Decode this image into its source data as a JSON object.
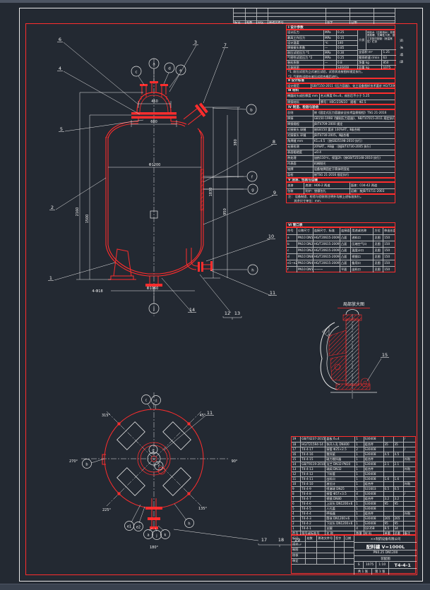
{
  "colors": {
    "bg": "#232932",
    "red": "#ff2d2d",
    "white": "#f2f2f2"
  },
  "labels": {
    "1": "1",
    "2": "2",
    "3": "3",
    "4": "4",
    "5": "5",
    "6": "6",
    "7": "7",
    "8": "8",
    "9": "9",
    "10": "10",
    "11": "11",
    "12": "12",
    "13": "13",
    "14": "14",
    "15": "15",
    "17": "17",
    "18": "18",
    "19": "19"
  },
  "nozzles_front": {
    "a": "a",
    "b": "b",
    "c": "c",
    "d": "d",
    "e": "e",
    "f": "f",
    "g": "g",
    "h": "h",
    "j": "j"
  },
  "nozzles_plan": {
    "a": "a",
    "b": "b",
    "c": "c",
    "d": "d",
    "e1": "e1",
    "e2": "e2",
    "f": "f",
    "g": "g",
    "h": "h",
    "j": "j",
    "k": "k"
  },
  "dims": {
    "d450": "450",
    "d600": "600",
    "phi1200": "Φ1200",
    "phi1060": "Φ1060",
    "h2160": "2160",
    "h1500": "1500",
    "r380": "380",
    "r950": "950",
    "r1830": "1830",
    "bolt": "4-Φ18"
  },
  "angles": {
    "a45": "45°",
    "a90": "90°",
    "a135": "135°",
    "a180": "180°",
    "a225": "225°",
    "a270": "270°",
    "a315": "315°"
  },
  "detail": {
    "title": "局部放大图"
  },
  "revision": {
    "table": [
      [
        "",
        "",
        "",
        "",
        "",
        "",
        ""
      ],
      [
        "",
        "",
        "",
        "",
        "",
        "",
        ""
      ],
      [
        "",
        "",
        "",
        "",
        "",
        "",
        ""
      ],
      [
        "标记",
        "处数",
        "分区",
        "更改文件号",
        "签字",
        "日期",
        ""
      ]
    ]
  },
  "tech": {
    "s1_title": "Ⅰ 设计参数",
    "params": [
      [
        "设计压力",
        "MPa",
        "0.25"
      ],
      [
        "最高工作压力",
        "MPa",
        "0.15"
      ],
      [
        "设计温度",
        "℃",
        "140"
      ],
      [
        "焊接接头系数",
        "—",
        "0.85"
      ],
      [
        "耐压试验压力 *1",
        "MPa",
        "0.30"
      ],
      [
        "气密性试验压力 *2",
        "MPa",
        "0.25"
      ],
      [
        "装料系数",
        "—",
        "0.8"
      ],
      [
        "主体材质",
        "",
        "S30408"
      ]
    ],
    "medium_label": "介质",
    "medium_text": "纯化水（注射用水）非易燃易爆、无毒性介质，按工艺配方配制（常温常压）贮存",
    "side_rows": [
      [
        "全容积 m³",
        "1.25"
      ],
      [
        "搅拌转速 r/min",
        "63"
      ],
      [
        "净重 kg",
        "850"
      ],
      [
        "总重 kg",
        "1075"
      ]
    ],
    "notes1": "*1. 耐压试验为立式液压试验，试验状态按图样规定执行。",
    "notes2": "*2. 气密性试验在液压试验合格后进行。",
    "s2_title": "Ⅱ 设计标准",
    "s2_rows": [
      [
        "设计规范",
        "GB/T150-2011《压力容器》、化工设备图样技术要求 HG/T20668-2017"
      ]
    ],
    "s3_title": "Ⅲ 材料",
    "s3_rows": [
      [
        "椭圆封头成形厚度 mm",
        "名义厚度 δn=6，成形后不小于 5.25"
      ],
      [
        "焊接材料",
        "牌号：H0Cr21Ni10　规格：Φ2.5"
      ]
    ],
    "s4_title": "Ⅳ 制造、检验与验收",
    "s4_rows": [
      [
        "总则",
        "按《固定式压力容器安全技术监察规程》TSG 21-2016"
      ],
      [
        "焊接",
        "GB150-1998《钢制压力容器》、NB/T47015-2011 规定执行"
      ],
      [
        "焊接规程",
        "JB/T4709-2000 规定"
      ],
      [
        "对接接头 纵缝",
        "按GB150 要求 100%RT，Ⅱ级合格"
      ],
      [
        "对接接头 环缝",
        "JB/T4730-2005，Ⅱ级合格"
      ],
      [
        "角焊缝 mm",
        "K1=4.5 （按GB25198-2010 执行）"
      ],
      [
        "无损检测",
        "20%RT，AB级 （按JB/T4730-2005 执行）"
      ],
      [
        "表面粗糙度",
        "≤0.4"
      ],
      [
        "热处理",
        "加热110℃，保温2h（按GB/T25148-2010 执行）"
      ],
      [
        "内表面",
        "机械抛光"
      ],
      [
        "铭牌",
        "设备铭牌固定于筒体明显处"
      ],
      [
        "监检",
        "按TSG 21-2016 规定执行"
      ]
    ],
    "s5_title": "Ⅴ 油漆、包装与运输",
    "s5_rows": [
      [
        "油漆",
        "底漆：H06-2 两道",
        "面漆：C04-42 两道"
      ],
      [
        "包装",
        "防护：塑膜包扎",
        "运输：按JB/T4711-2003"
      ]
    ],
    "note_a": "注：  设备制造、检验与验收除注明外均按上述标准执行。",
    "note_b": "　　其余尺寸单位：mm.",
    "s6_title": "Ⅵ 管口表",
    "nozzle_table": [
      [
        "符号",
        "公称尺寸",
        "连接尺寸、标准",
        "连接面",
        "用途或名称",
        "方位",
        "伸出长度"
      ],
      [
        "a",
        "PN10 DN50",
        "HG/T20615-2009",
        "凸面",
        "进料口",
        "见图",
        "150"
      ],
      [
        "b",
        "PN10 DN25",
        "HG/T20615-2009",
        "凸面",
        "压缩空气口",
        "见图",
        "150"
      ],
      [
        "c",
        "PN10 DN25",
        "HG/T20615-2009",
        "凸面",
        "温度计口",
        "见图",
        "150"
      ],
      [
        "d",
        "PN10 DN80",
        "HG/T20615-2009",
        "凸面",
        "视镜口",
        "见图",
        "150"
      ],
      [
        "e1~e2",
        "PN10 DN40",
        "HG/T20615-2009",
        "凸面",
        "备用口",
        "见图",
        "150"
      ],
      [
        "f",
        "PN10 DN50",
        "～～～",
        "平面",
        "出料口",
        "见图",
        "150"
      ]
    ],
    "side_label": "技 术 特 性"
  },
  "bom": {
    "table": [
      [
        "19",
        "GB/T4237-2015",
        "盖板 δ=4",
        "1",
        "S30408",
        "",
        "",
        "/"
      ],
      [
        "18",
        "HG/T21594-14",
        "快开人孔 DN400",
        "1",
        "组合件",
        "35",
        "35",
        ""
      ],
      [
        "17",
        "T4-4-17",
        "接管 Φ25×2.5",
        "2",
        "S30408",
        "",
        "",
        "/"
      ],
      [
        "16",
        "T4-4-16",
        "搅拌桨",
        "1",
        "S30408",
        "4.5",
        "4.5",
        ""
      ],
      [
        "15",
        "T4-4-15",
        "磁力搅拌器",
        "1",
        "组合件",
        "",
        "",
        "外购"
      ],
      [
        "14",
        "GB/T9119-2010",
        "法兰 DN32-PN10",
        "1",
        "S30408",
        "2.1",
        "2.1",
        ""
      ],
      [
        "13",
        "T4-4-13",
        "球阀 DN32",
        "1",
        "组合件",
        "",
        "",
        "外购"
      ],
      [
        "12",
        "T4-4-12",
        "下料管",
        "1",
        "S30408",
        "",
        "",
        ""
      ],
      [
        "11",
        "T4-4-11",
        "出料口",
        "1",
        "S30408",
        "1.6",
        "1.6",
        ""
      ],
      [
        "10",
        "T4-4-10",
        "液位计",
        "1",
        "组合件",
        "",
        "",
        "外购"
      ],
      [
        "9",
        "T4-4-9",
        "喷淋球 DN25",
        "1",
        "S31603",
        "0.5",
        "0.5",
        ""
      ],
      [
        "8",
        "T4-4-8",
        "接管 Φ57×3.5",
        "4",
        "S30408",
        "",
        "",
        "/"
      ],
      [
        "7",
        "T4-4-7",
        "视镜 DN80",
        "1",
        "组合件",
        "3.2",
        "3.2",
        ""
      ],
      [
        "6",
        "T4-4-6",
        "上封头 DN1200×6",
        "1",
        "S30408",
        "95",
        "95",
        ""
      ],
      [
        "5",
        "T4-4-5",
        "人孔盖",
        "1",
        "S30408",
        "",
        "",
        ""
      ],
      [
        "4",
        "T4-4-4",
        "呼吸器",
        "1",
        "组合件",
        "",
        "",
        "外购"
      ],
      [
        "3",
        "T4-4-3",
        "筒体 DN1200×6",
        "1",
        "S30408",
        "265",
        "265",
        ""
      ],
      [
        "2",
        "T4-4-2",
        "下封头 DN1200×6",
        "1",
        "S30408",
        "95",
        "95",
        ""
      ],
      [
        "1",
        "T4-4-1",
        "支腿",
        "4",
        "Q235B",
        "8.5",
        "34",
        ""
      ],
      [
        "件号",
        "图号或标准号",
        "名  称",
        "数量",
        "材  料",
        "单重",
        "总重",
        "备注"
      ]
    ]
  },
  "titleblock": {
    "sign_table": [
      [
        "标记",
        "处数",
        "更改文件号",
        "签字",
        "日期"
      ],
      [
        "设计",
        "",
        "",
        "",
        ""
      ],
      [
        "制图",
        "",
        "",
        "",
        ""
      ],
      [
        "校核",
        "",
        "",
        "",
        ""
      ],
      [
        "审定",
        "",
        "",
        "",
        ""
      ]
    ],
    "company": "××制药设备有限公司",
    "product": "配料罐 V=1000L",
    "spec": "PN0.25 DN1200",
    "sheet_name": "装配图",
    "stage": "S",
    "mass": "1075",
    "scale": "1:10",
    "drawing_no": "T4-4-1",
    "pages_l": "共 1 张",
    "pages_r": "第 1 张"
  }
}
